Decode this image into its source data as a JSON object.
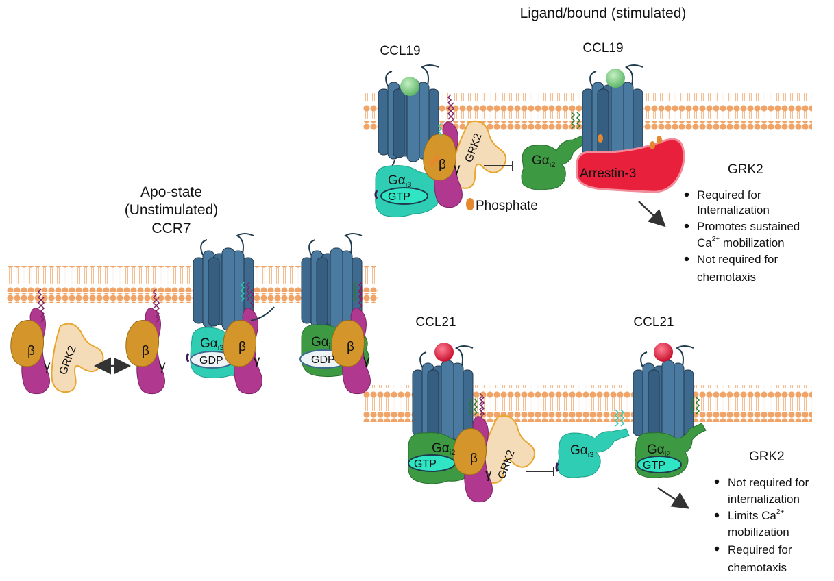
{
  "titles": {
    "stimulated": "Ligand/bound (stimulated)",
    "apo_line1": "Apo-state",
    "apo_line2": "(Unstimulated)",
    "apo_line3": "CCR7"
  },
  "ligands": {
    "ccl19": "CCL19",
    "ccl21": "CCL21"
  },
  "proteins": {
    "beta": "β",
    "gamma": "γ",
    "grk2": "GRK2",
    "galpha": "Gα",
    "sub_i3": "i3",
    "sub_i2": "i2",
    "sub_i": "i",
    "gtp": "GTP",
    "gdp": "GDP",
    "arrestin": "Arrestin-3",
    "phosphate": "Phosphate"
  },
  "grk2_ccl19": {
    "heading": "GRK2",
    "b1_l1": "Required for",
    "b1_l2": "Internalization",
    "b2_l1": "Promotes sustained",
    "b2_ca": "Ca",
    "b2_sup": "2+",
    "b2_rest": " mobilization",
    "b3_l1": "Not required for",
    "b3_l2": "chemotaxis"
  },
  "grk2_ccl21": {
    "heading": "GRK2",
    "b1_l1": "Not required for",
    "b1_l2": "internalization",
    "b2_prefix": "Limits Ca",
    "b2_sup": "2+",
    "b2_l2": "mobilization",
    "b3_l1": "Required for",
    "b3_l2": "chemotaxis"
  },
  "colors": {
    "receptor": "#3e6a8f",
    "receptor_dark": "#2d4f6e",
    "membrane_head": "#f0a468",
    "gbeta": "#d4962a",
    "ggamma": "#b0388e",
    "grk2": "#f4dcb8",
    "grk2_edge": "#e8a62e",
    "gai3": "#2fcdb4",
    "gai2": "#3d9a43",
    "arrestin": "#e8203c",
    "ccl19": "#86d08a",
    "ccl21": "#e8244c",
    "phosphate": "#e5892f"
  }
}
